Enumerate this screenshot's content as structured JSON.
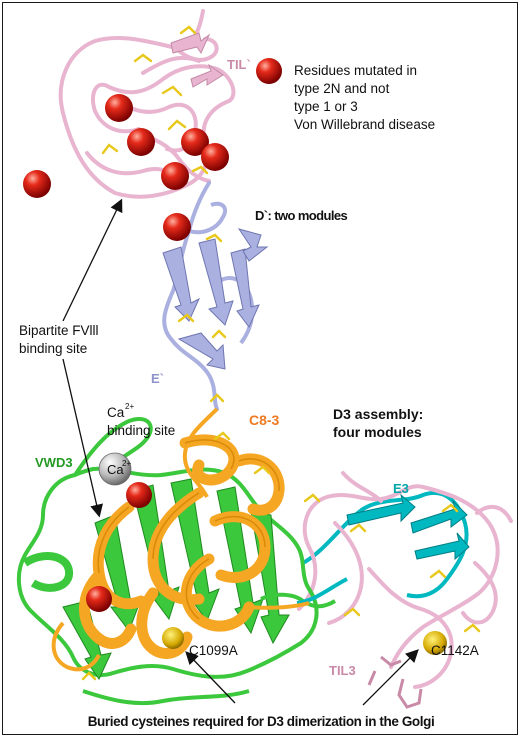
{
  "legend": {
    "line1": "Residues mutated in",
    "line2": "type 2N and not",
    "line3": "type 1 or 3",
    "line4": "Von Willebrand disease"
  },
  "labels": {
    "til_prime": "TIL`",
    "d_prime": "D`: two modules",
    "e_prime": "E`",
    "bipartite_line1": "Bipartite FVlll",
    "bipartite_line2": "binding site",
    "ca_line1": "Ca",
    "ca_sup": "2+",
    "ca_line2": "binding site",
    "ca_ion": "Ca",
    "ca_ion_sup": "2+",
    "c8_3": "C8-3",
    "d3_line1": "D3 assembly:",
    "d3_line2": "four modules",
    "vwd3": "VWD3",
    "e3": "E3",
    "til3": "TIL3",
    "c1099a": "C1099A",
    "c1142a": "C1142A",
    "caption": "Buried cysteines required for D3 dimerization in the Golgi"
  },
  "colors": {
    "til_pink": "#e8b4cf",
    "d_prime_lavender": "#aab0e0",
    "c8_orange": "#f5a623",
    "vwd3_green": "#3cc83c",
    "e3_cyan": "#00b8c0",
    "mutation_red": "#dd1111",
    "disulfide_yellow": "#e8c81a",
    "label_pink": "#c98aa8",
    "label_lavender": "#8e94c8",
    "label_orange": "#ee7a22",
    "label_green": "#229922",
    "label_cyan": "#00a7a7"
  }
}
